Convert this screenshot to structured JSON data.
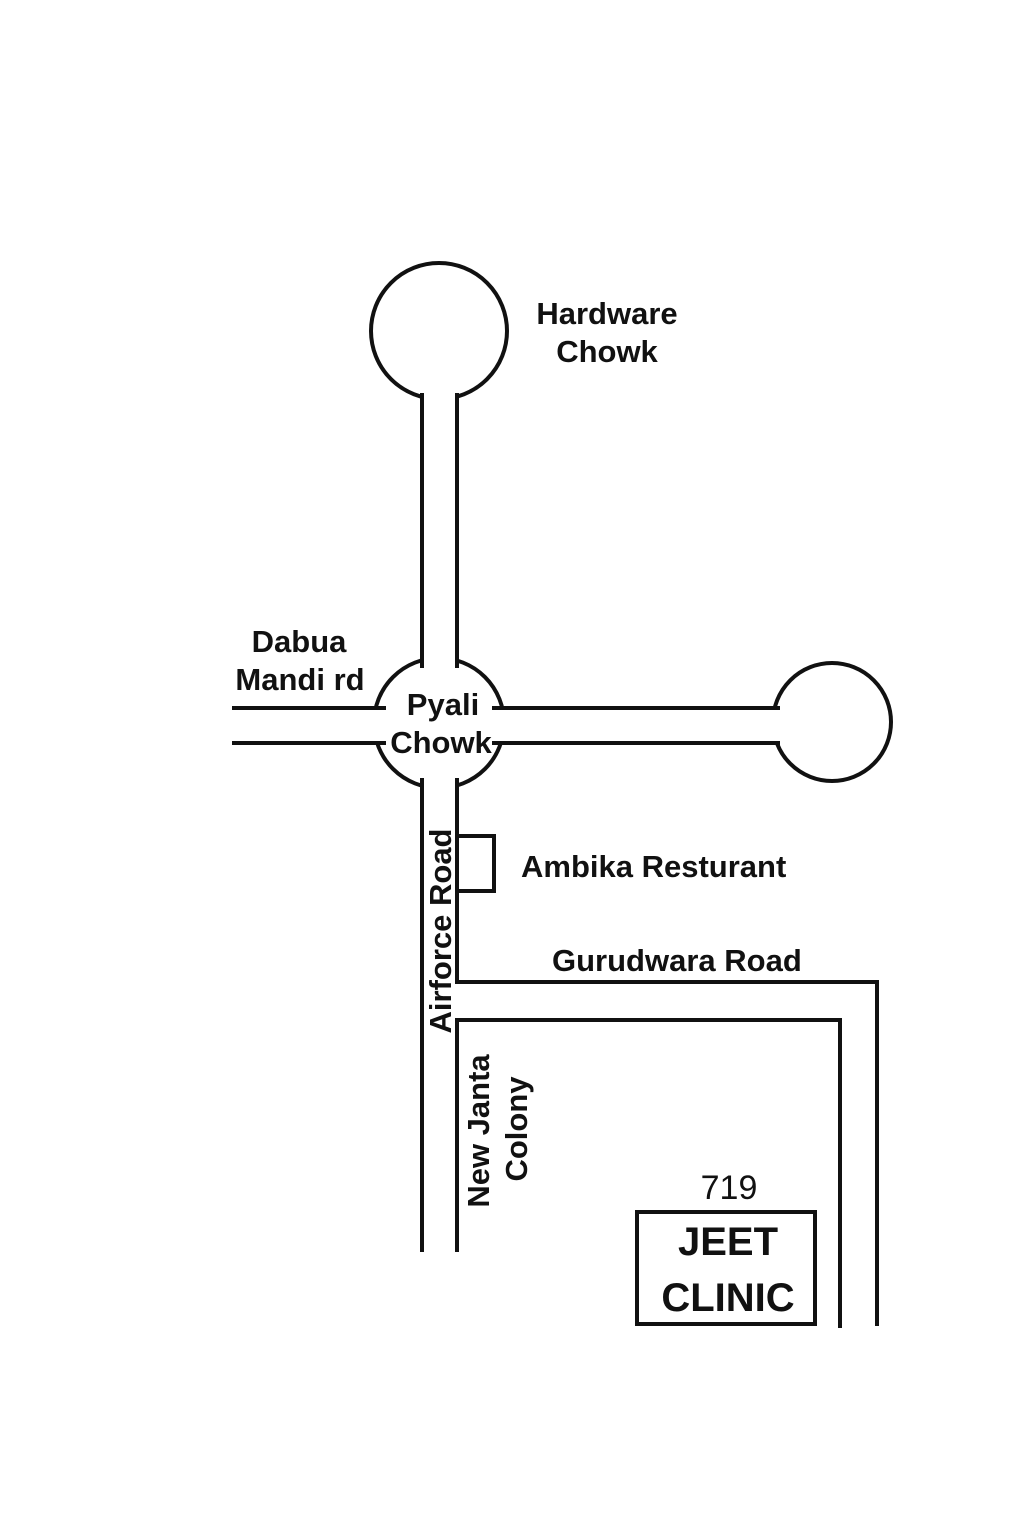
{
  "places": {
    "hardware_chowk": [
      "Hardware",
      "Chowk"
    ],
    "dabua_mandi": [
      "Dabua",
      "Mandi rd"
    ],
    "pyali_chowk": [
      "Pyali",
      "Chowk"
    ],
    "ambika": "Ambika Resturant",
    "gurudwara_road": "Gurudwara Road",
    "airforce_road": "Airforce Road",
    "new_janta_colony": [
      "New Janta",
      "Colony"
    ],
    "clinic_number": "719",
    "clinic_name": [
      "JEET",
      "CLINIC"
    ]
  },
  "colors": {
    "line": "#111111",
    "background": "#ffffff"
  }
}
